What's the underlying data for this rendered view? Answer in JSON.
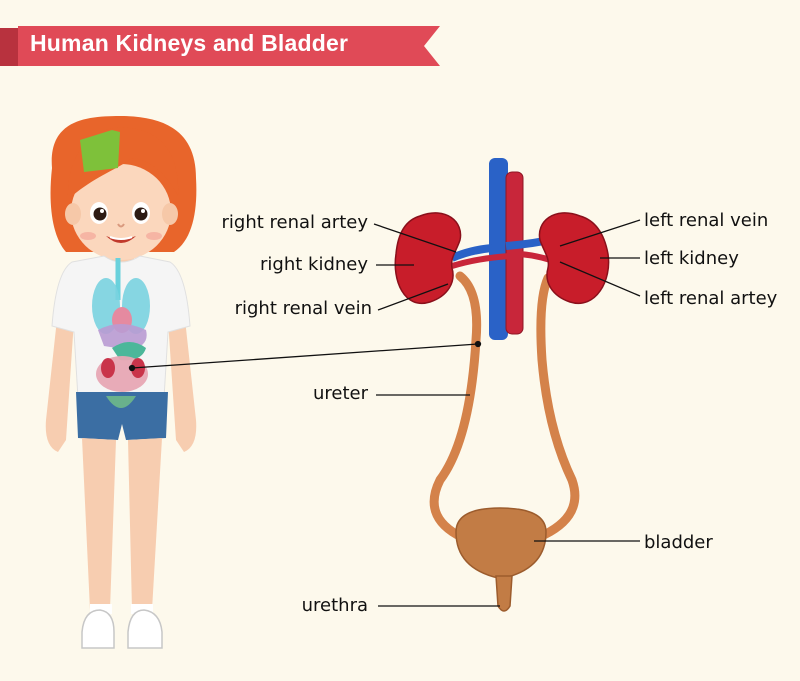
{
  "title": "Human Kidneys and Bladder",
  "labels": {
    "right_renal_artery": "right renal artey",
    "right_kidney": "right kidney",
    "right_renal_vein": "right renal vein",
    "left_renal_vein": "left renal vein",
    "left_kidney": "left kidney",
    "left_renal_artery": "left renal artey",
    "ureter": "ureter",
    "bladder": "bladder",
    "urethra": "urethra"
  },
  "colors": {
    "banner": "#e04a57",
    "background": "#fdf9ec",
    "kidney": "#c81d2a",
    "vein": "#2a62c7",
    "artery": "#c8263a",
    "ureter": "#d4824a",
    "bladder": "#c27c45",
    "hair": "#e8652b",
    "shirt": "#f5f5f5",
    "shorts": "#3b6ea3"
  }
}
